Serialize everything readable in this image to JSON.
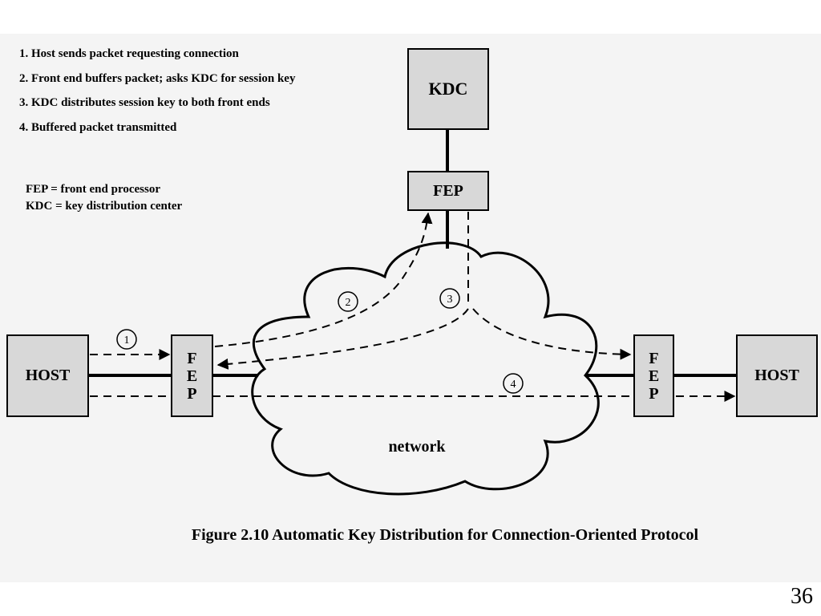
{
  "steps": [
    "1. Host sends packet requesting connection",
    "2. Front end buffers packet; asks KDC for session key",
    "3. KDC distributes session key to both front ends",
    "4. Buffered packet transmitted"
  ],
  "legend": {
    "fep": "FEP  = front end processor",
    "kdc": "KDC = key distribution center"
  },
  "nodes": {
    "kdc": "KDC",
    "fep_top": "FEP",
    "fep_letters": [
      "F",
      "E",
      "P"
    ],
    "host_left": "HOST",
    "host_right": "HOST",
    "network": "network"
  },
  "step_markers": [
    "1",
    "2",
    "3",
    "4"
  ],
  "caption": "Figure 2.10  Automatic Key Distribution for Connection-Oriented Protocol",
  "page_number": "36"
}
